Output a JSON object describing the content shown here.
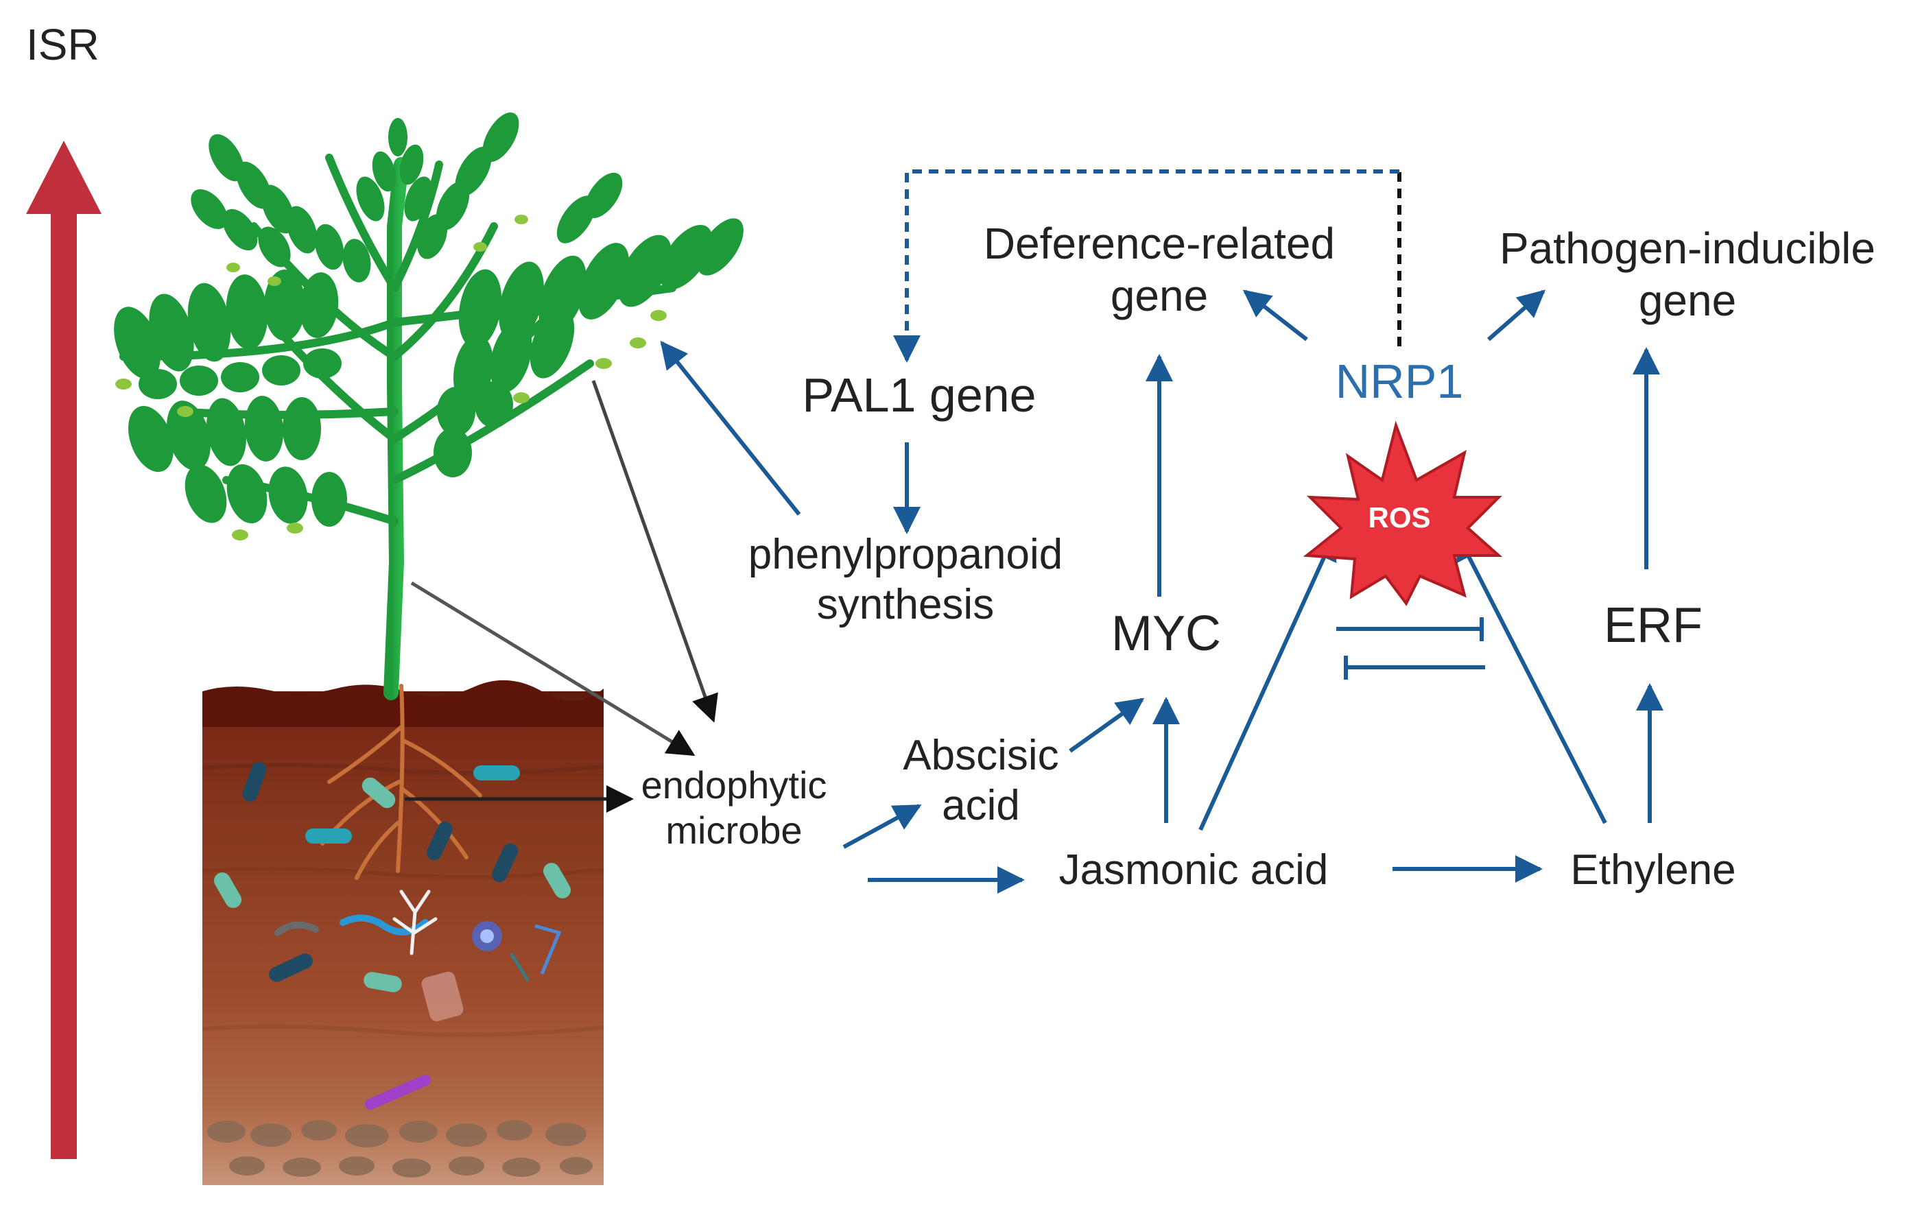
{
  "colors": {
    "pathway_arrow": "#1a5a96",
    "feedback_dash_blue": "#1a5a96",
    "feedback_dash_black": "#111111",
    "isr_arrow": "#c0303c",
    "nrp1_text": "#2d6fad",
    "ros_burst": "#e8323c",
    "plant_green": "#1e9a3a",
    "leaf_dark": "#148232",
    "soil_top": "#6b1f12",
    "soil_mid": "#8b3d22",
    "soil_low": "#a85a3a",
    "text": "#222222"
  },
  "labels": {
    "isr": "ISR",
    "deference_related_gene": "Deference-related\ngene",
    "pathogen_inducible_gene": "Pathogen-inducible\ngene",
    "nrp1": "NRP1",
    "pal1_gene": "PAL1 gene",
    "phenylpropanoid_synthesis": "phenylpropanoid\nsynthesis",
    "ros": "ROS",
    "myc": "MYC",
    "erf": "ERF",
    "endophytic_microbe": "endophytic\nmicrobe",
    "abscisic_acid": "Abscisic\nacid",
    "jasmonic_acid": "Jasmonic acid",
    "ethylene": "Ethylene"
  },
  "icons": {
    "plant": "plant-icon",
    "soil": "soil-profile-icon",
    "ros_burst": "starburst-icon"
  }
}
